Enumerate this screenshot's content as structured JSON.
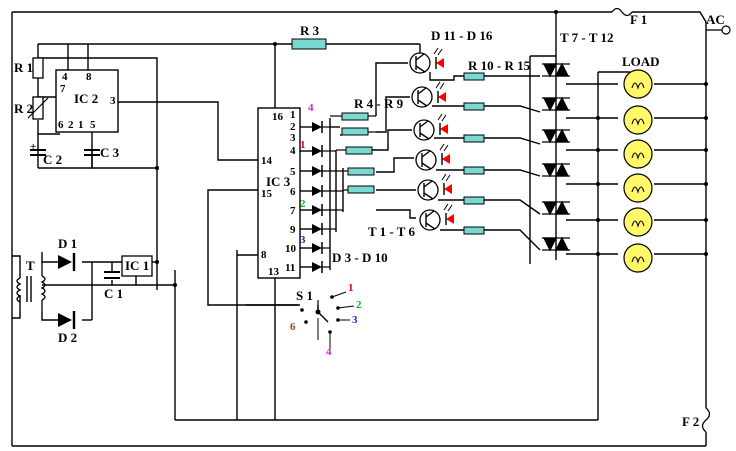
{
  "labels": {
    "r1": "R 1",
    "r2": "R 2",
    "r3": "R 3",
    "ic2": "IC 2",
    "ic3": "IC 3",
    "ic1": "IC 1",
    "c1": "C 1",
    "c2": "C 2",
    "c3": "C 3",
    "d1": "D 1",
    "d2": "D 2",
    "t": "T",
    "r4r9": "R 4 - R 9",
    "d11d16": "D 11 - D 16",
    "r10r15": "R 10 - R 15",
    "t7t12": "T 7 - T 12",
    "t1t6": "T 1 - T 6",
    "d3d10": "D 3 - D 10",
    "f1": "F 1",
    "f2": "F 2",
    "ac": "AC",
    "load": "LOAD",
    "s1": "S 1"
  },
  "ic2_pins": {
    "p4": "4",
    "p8": "8",
    "p7": "7",
    "p3": "3",
    "p6": "6",
    "p2": "2",
    "p1": "1",
    "p5": "5"
  },
  "ic3_pins": {
    "p16": "16",
    "p14": "14",
    "p15": "15",
    "p8": "8",
    "p13": "13",
    "o1": "1",
    "o2": "2",
    "o3": "3",
    "o4": "4",
    "o5": "5",
    "o6": "6",
    "o7": "7",
    "o9": "9",
    "o10": "10",
    "o11": "11"
  },
  "markers": {
    "m4": "4",
    "m1": "1",
    "m2": "2",
    "m3": "3",
    "s1": "1",
    "s2": "2",
    "s3": "3",
    "s4": "4",
    "s6": "6"
  },
  "colors": {
    "m4": "#e020c0",
    "m1": "#e00000",
    "m2": "#10b020",
    "m3": "#1030d0",
    "led_arrow": "#ff0000",
    "resistor": "#79d8cf",
    "lamp": "#fff96a"
  }
}
